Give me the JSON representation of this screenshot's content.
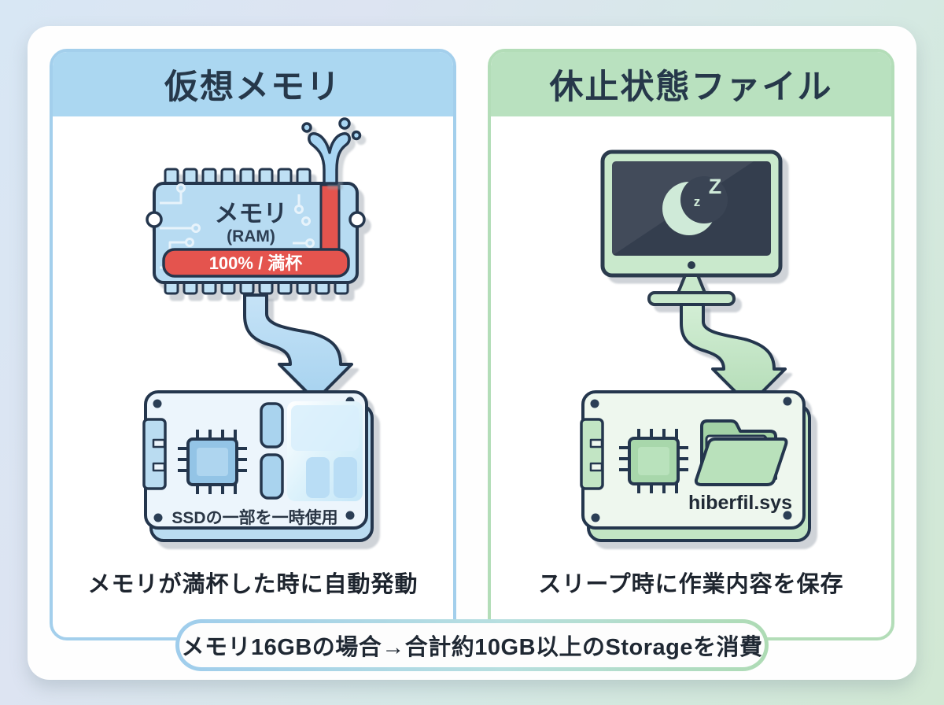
{
  "left_panel": {
    "title": "仮想メモリ",
    "ram": {
      "label": "メモリ",
      "sublabel": "(RAM)",
      "usage_badge": "100% / 満杯"
    },
    "ssd": {
      "label": "SSDの一部を一時使用"
    },
    "caption": "メモリが満杯した時に自動発動"
  },
  "right_panel": {
    "title": "休止状態ファイル",
    "monitor": {
      "sleep_z_small": "z",
      "sleep_z_large": "Z"
    },
    "ssd": {
      "file_label": "hiberfil.sys"
    },
    "caption": "スリープ時に作業内容を保存"
  },
  "footer": {
    "note": "メモリ16GBの場合→合計約10GB以上のStorageを消費"
  },
  "colors": {
    "blue_accent": "#abd7f1",
    "blue_border": "#a3cfec",
    "green_accent": "#b9e1bf",
    "green_border": "#b3ddb8",
    "red_full": "#e4544e",
    "navy_outline": "#24364d",
    "screen_dark": "#343e4e"
  }
}
